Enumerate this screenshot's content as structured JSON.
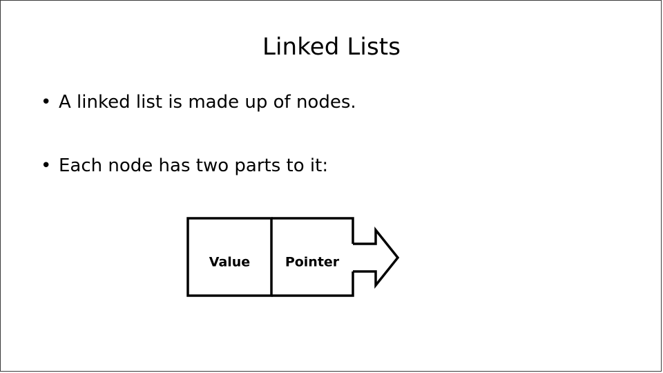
{
  "slide": {
    "title": "Linked Lists",
    "background_color": "#ffffff",
    "text_color": "#000000",
    "border_color": "#3a3a3a"
  },
  "bullets": [
    {
      "marker": "•",
      "text": "A linked list is made up of nodes."
    },
    {
      "marker": "•",
      "text": "Each node has two parts to it:"
    }
  ],
  "diagram": {
    "name": "linked-list-node",
    "stroke_color": "#000000",
    "fill_color": "#ffffff",
    "cells": [
      {
        "label": "Value"
      },
      {
        "label": "Pointer"
      }
    ],
    "arrow": {
      "direction": "right",
      "label": ""
    }
  }
}
